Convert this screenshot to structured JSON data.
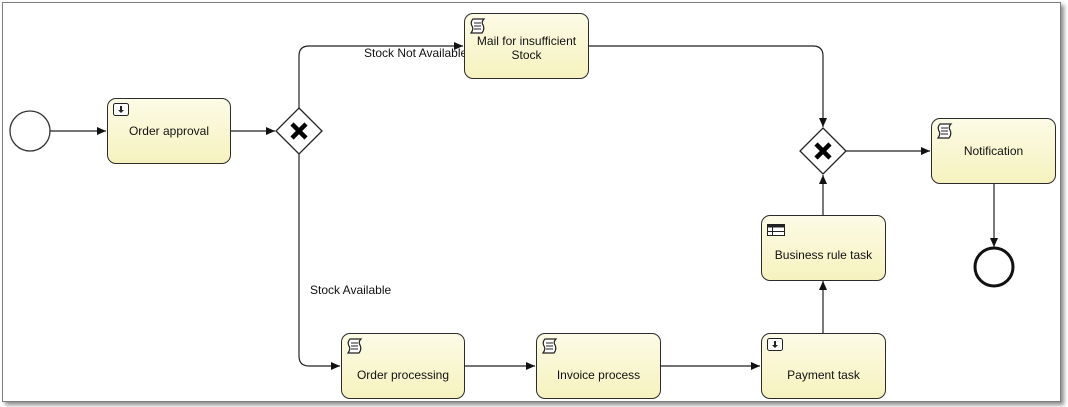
{
  "tasks": {
    "order_approval": {
      "label": "Order approval",
      "type": "user-task",
      "icon": "user-task-icon"
    },
    "mail_insufficient": {
      "label": "Mail for insufficient Stock",
      "type": "script-task",
      "icon": "script-task-icon"
    },
    "order_processing": {
      "label": "Order processing",
      "type": "script-task",
      "icon": "script-task-icon"
    },
    "invoice_process": {
      "label": "Invoice process",
      "type": "script-task",
      "icon": "script-task-icon"
    },
    "payment_task": {
      "label": "Payment task",
      "type": "user-task",
      "icon": "user-task-icon"
    },
    "business_rule_task": {
      "label": "Business rule task",
      "type": "business-rule-task",
      "icon": "business-rule-icon"
    },
    "notification": {
      "label": "Notification",
      "type": "script-task",
      "icon": "script-task-icon"
    }
  },
  "gateways": {
    "split": {
      "type": "exclusive",
      "icon": "x-icon"
    },
    "merge": {
      "type": "exclusive",
      "icon": "x-icon"
    }
  },
  "events": {
    "start": {
      "type": "start"
    },
    "end": {
      "type": "end"
    }
  },
  "edge_labels": {
    "stock_not_available": "Stock Not Available",
    "stock_available": "Stock Available"
  },
  "colors": {
    "task_fill": "#f6f2bf",
    "stroke": "#2b2b2b",
    "background": "#ffffff"
  }
}
